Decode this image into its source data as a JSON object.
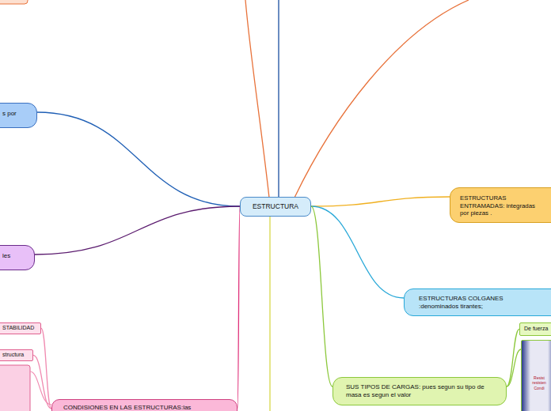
{
  "diagram": {
    "nodes": [
      {
        "text": [
          "ESTRUCTURA"
        ]
      },
      {
        "text": [
          "s por"
        ]
      },
      {
        "text": [
          "les"
        ]
      },
      {
        "text": [
          "STABILIDAD"
        ]
      },
      {
        "text": [
          "structura"
        ]
      },
      {
        "text": [
          "CONDISIONES EN LAS ESTRUCTURAS:las"
        ]
      },
      {
        "text": [
          "ESTRUCTURAS ENTRAMADAS: integradas por piezas ."
        ]
      },
      {
        "text": [
          "ESTRUCTURAS COLGANES :denominados tirantes;"
        ]
      },
      {
        "text": [
          "SUS TIPOS DE CARGAS: pues segun su tipo de masa es segun el valor"
        ]
      },
      {
        "text": [
          "De fuerza"
        ]
      },
      {
        "text": [
          "Resist",
          "resisten",
          "Condi"
        ]
      }
    ],
    "edges": [
      {
        "from": 0,
        "to": 1,
        "arrow": "none"
      },
      {
        "from": 0,
        "to": 2,
        "arrow": "none"
      },
      {
        "from": 0,
        "to": 5,
        "arrow": "none"
      },
      {
        "from": 5,
        "to": 3,
        "arrow": "none"
      },
      {
        "from": 5,
        "to": 4,
        "arrow": "none"
      },
      {
        "from": 0,
        "to": 6,
        "arrow": "none"
      },
      {
        "from": 0,
        "to": 7,
        "arrow": "none"
      },
      {
        "from": 0,
        "to": 8,
        "arrow": "none"
      },
      {
        "from": 8,
        "to": 9,
        "arrow": "none"
      },
      {
        "from": 8,
        "to": 10,
        "arrow": "none"
      }
    ]
  }
}
